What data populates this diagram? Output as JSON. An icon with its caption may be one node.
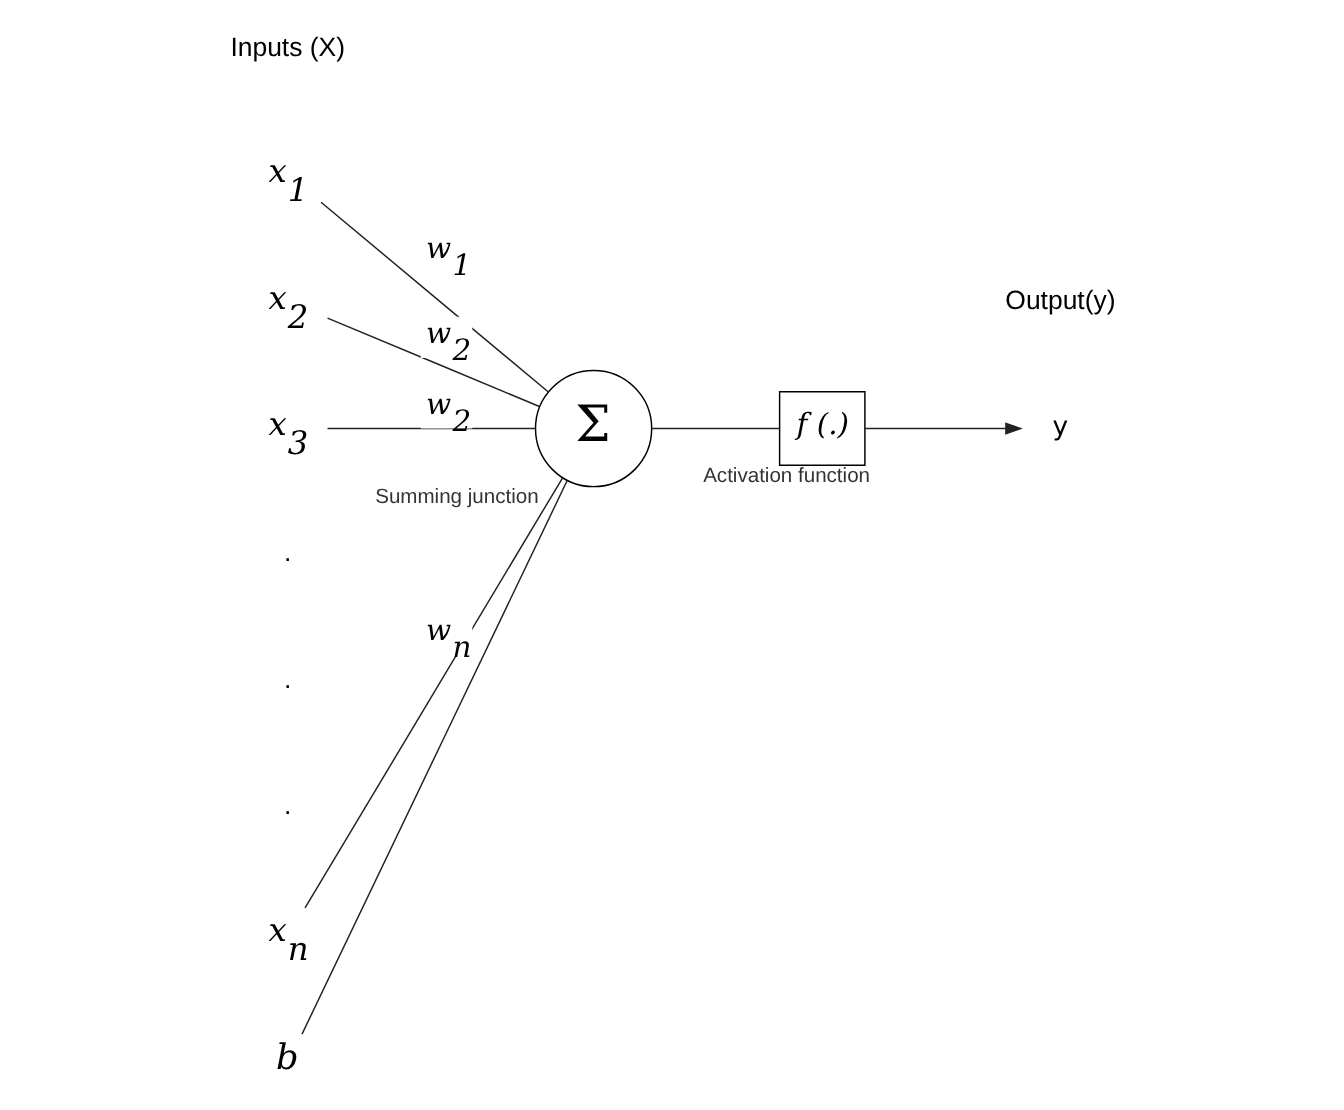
{
  "diagram": {
    "nodes": [
      {
        "text": [
          "x$_{1}$"
        ]
      },
      {
        "text": [
          "x$_{2}$"
        ]
      },
      {
        "text": [
          "x$_{3}$"
        ]
      },
      {
        "text": [
          "x$_{n}$"
        ]
      },
      {
        "text": [
          "Σ"
        ],
        "beside": [
          "Summing junction"
        ]
      },
      {
        "text": [
          "f (.)"
        ],
        "beside": [
          "Activation function"
        ]
      },
      {
        "text": [
          "y"
        ]
      },
      {
        "text": [
          "b"
        ]
      }
    ],
    "edges": [
      {
        "from": 0,
        "to": 4,
        "arrow": "none",
        "label": "w$_{1}$"
      },
      {
        "from": 1,
        "to": 4,
        "arrow": "none",
        "label": "w$_{2}$"
      },
      {
        "from": 2,
        "to": 4,
        "arrow": "none",
        "label": "w$_{2}$"
      },
      {
        "from": 3,
        "to": 4,
        "arrow": "none",
        "label": "w$_{n}$"
      },
      {
        "from": 7,
        "to": 4,
        "arrow": "none"
      },
      {
        "from": 4,
        "to": 5,
        "arrow": "none"
      },
      {
        "from": 5,
        "to": 6,
        "arrow": "to"
      }
    ],
    "labels": [
      "Inputs (X)",
      "Output(y)",
      ".",
      ".",
      "."
    ]
  }
}
